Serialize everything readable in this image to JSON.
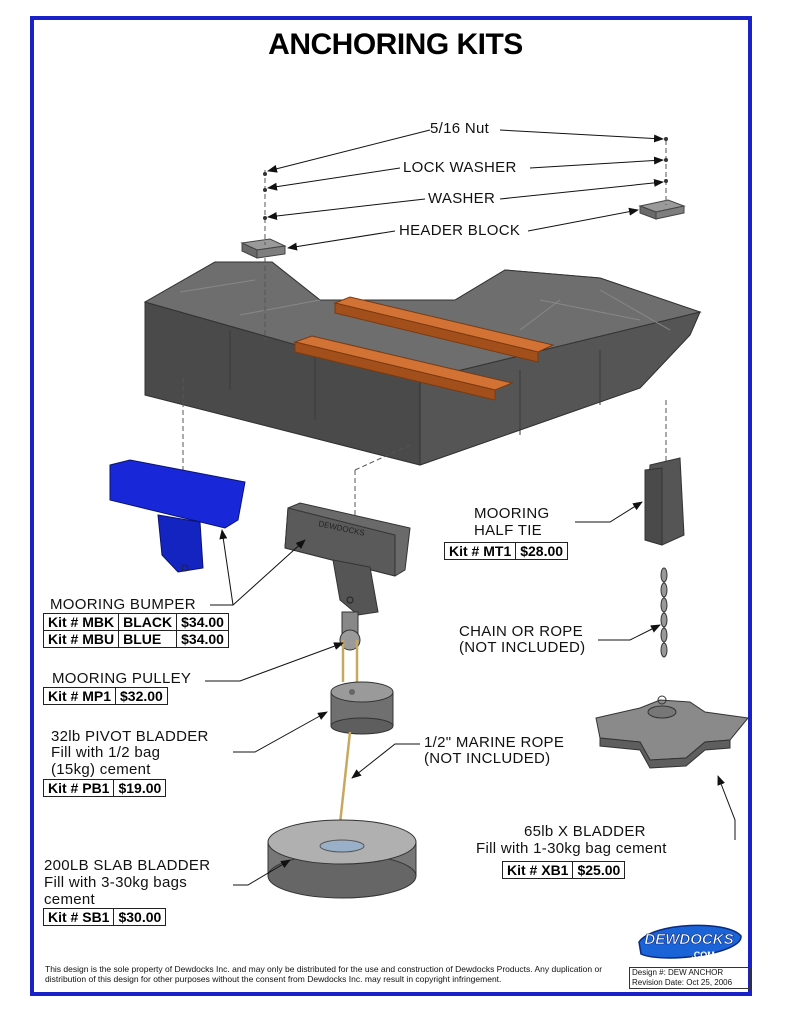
{
  "title": "ANCHORING KITS",
  "labels": {
    "nut": "5/16 Nut",
    "lock_washer": "LOCK WASHER",
    "washer": "WASHER",
    "header_block": "HEADER BLOCK",
    "mooring_half_tie": [
      "MOORING",
      "HALF TIE"
    ],
    "mooring_bumper": "MOORING BUMPER",
    "chain_or_rope": [
      "CHAIN OR ROPE",
      "(NOT INCLUDED)"
    ],
    "mooring_pulley": "MOORING PULLEY",
    "pivot_bladder": [
      "32lb PIVOT BLADDER",
      "Fill with 1/2 bag",
      "(15kg) cement"
    ],
    "marine_rope": [
      "1/2\" MARINE ROPE",
      "(NOT INCLUDED)"
    ],
    "x_bladder": [
      "65lb X BLADDER",
      "Fill with 1-30kg bag cement"
    ],
    "slab_bladder": [
      "200LB SLAB BLADDER",
      "Fill with 3-30kg bags",
      "cement"
    ]
  },
  "kits": {
    "mt1": {
      "code": "Kit # MT1",
      "price": "$28.00"
    },
    "mbk": {
      "code": "Kit # MBK",
      "color": "BLACK",
      "price": "$34.00"
    },
    "mbu": {
      "code": "Kit # MBU",
      "color": "BLUE",
      "price": "$34.00"
    },
    "mp1": {
      "code": "Kit # MP1",
      "price": "$32.00"
    },
    "pb1": {
      "code": "Kit # PB1",
      "price": "$19.00"
    },
    "xb1": {
      "code": "Kit # XB1",
      "price": "$25.00"
    },
    "sb1": {
      "code": "Kit # SB1",
      "price": "$30.00"
    }
  },
  "bumper_engraving": "DEWDOCKS",
  "logo": {
    "word": "DEWDOCKS",
    "suffix": ".COM"
  },
  "footer": {
    "legal": "This design is the sole property of Dewdocks Inc. and may only be distributed for the use and construction of Dewdocks Products. Any duplication or distribution of this design for other purposes without the consent from Dewdocks Inc. may result in copyright infringement.",
    "design": "Design #: DEW ANCHOR",
    "revision": "Revision Date: Oct 25, 2006"
  },
  "colors": {
    "border": "#1822c8",
    "dock": "#5d5d5d",
    "wood": "#c8672a",
    "bumper_blue": "#1828d8",
    "rope": "#c8a860"
  }
}
